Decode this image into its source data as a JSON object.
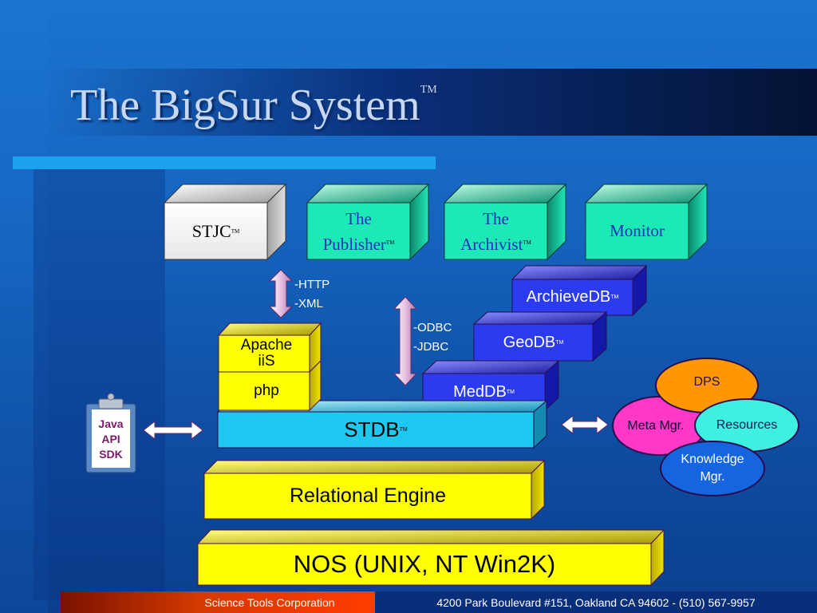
{
  "slide": {
    "title": "The BigSur System",
    "title_tm": "TM"
  },
  "top_boxes": {
    "stjc": "STJC",
    "publisher_line1": "The",
    "publisher_line2": "Publisher",
    "archivist_line1": "The",
    "archivist_line2": "Archivist",
    "monitor": "Monitor",
    "tm": "TM"
  },
  "protocols": {
    "http": "-HTTP",
    "xml": "-XML",
    "odbc": "-ODBC",
    "jdbc": "-JDBC"
  },
  "databases": {
    "archievedb": "ArchieveDB",
    "geodb": "GeoDB",
    "meddb": "MedDB",
    "stdb": "STDB"
  },
  "web": {
    "apache": "Apache",
    "iis": "iiS",
    "php": "php"
  },
  "engines": {
    "relational": "Relational Engine",
    "nos": "NOS (UNIX, NT Win2K)"
  },
  "sdk": {
    "line1": "Java",
    "line2": "API",
    "line3": "SDK"
  },
  "services": {
    "dps": "DPS",
    "meta": "Meta Mgr.",
    "resources": "Resources",
    "knowledge_line1": "Knowledge",
    "knowledge_line2": "Mgr."
  },
  "footer": {
    "company": "Science Tools Corporation",
    "address": "4200 Park Boulevard #151, Oakland CA 94602 - (510) 567-9957"
  },
  "colors": {
    "background": "#1565c0",
    "accent_line": "#1ca3ee",
    "stjc_box": "#ffffff",
    "app_box": "#1de9b6",
    "db_box": "#2b3cf0",
    "stdb_box": "#1ec8f0",
    "yellow_box": "#ffff00",
    "dps": "#ff9800",
    "meta": "#ff38c8",
    "resources": "#3ef0e0",
    "knowledge": "#1565e0"
  }
}
